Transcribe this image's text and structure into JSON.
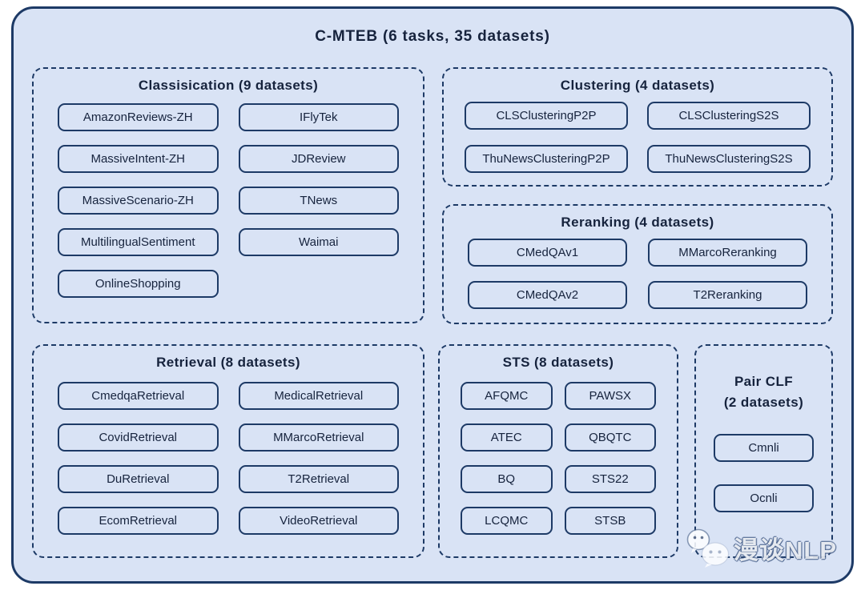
{
  "diagram": {
    "title": "C-MTEB (6 tasks, 35 datasets)",
    "sections": {
      "classification": {
        "title": "Classisication (9 datasets)",
        "items": [
          "AmazonReviews-ZH",
          "IFlyTek",
          "MassiveIntent-ZH",
          "JDReview",
          "MassiveScenario-ZH",
          "TNews",
          "MultilingualSentiment",
          "Waimai",
          "OnlineShopping"
        ]
      },
      "clustering": {
        "title": "Clustering (4 datasets)",
        "items": [
          "CLSClusteringP2P",
          "CLSClusteringS2S",
          "ThuNewsClusteringP2P",
          "ThuNewsClusteringS2S"
        ]
      },
      "reranking": {
        "title": "Reranking (4 datasets)",
        "items": [
          "CMedQAv1",
          "MMarcoReranking",
          "CMedQAv2",
          "T2Reranking"
        ]
      },
      "retrieval": {
        "title": "Retrieval (8 datasets)",
        "items": [
          "CmedqaRetrieval",
          "MedicalRetrieval",
          "CovidRetrieval",
          "MMarcoRetrieval",
          "DuRetrieval",
          "T2Retrieval",
          "EcomRetrieval",
          "VideoRetrieval"
        ]
      },
      "sts": {
        "title": "STS (8 datasets)",
        "items": [
          "AFQMC",
          "PAWSX",
          "ATEC",
          "QBQTC",
          "BQ",
          "STS22",
          "LCQMC",
          "STSB"
        ]
      },
      "pair_clf": {
        "title_line1": "Pair CLF",
        "title_line2": "(2 datasets)",
        "items": [
          "Cmnli",
          "Ocnli"
        ]
      }
    }
  },
  "watermark": {
    "text": "漫谈NLP",
    "icon": "wechat-logo"
  },
  "colors": {
    "page": "#ffffff",
    "fill": "#d9e3f5",
    "border": "#1d3a66",
    "text": "#16233d"
  }
}
